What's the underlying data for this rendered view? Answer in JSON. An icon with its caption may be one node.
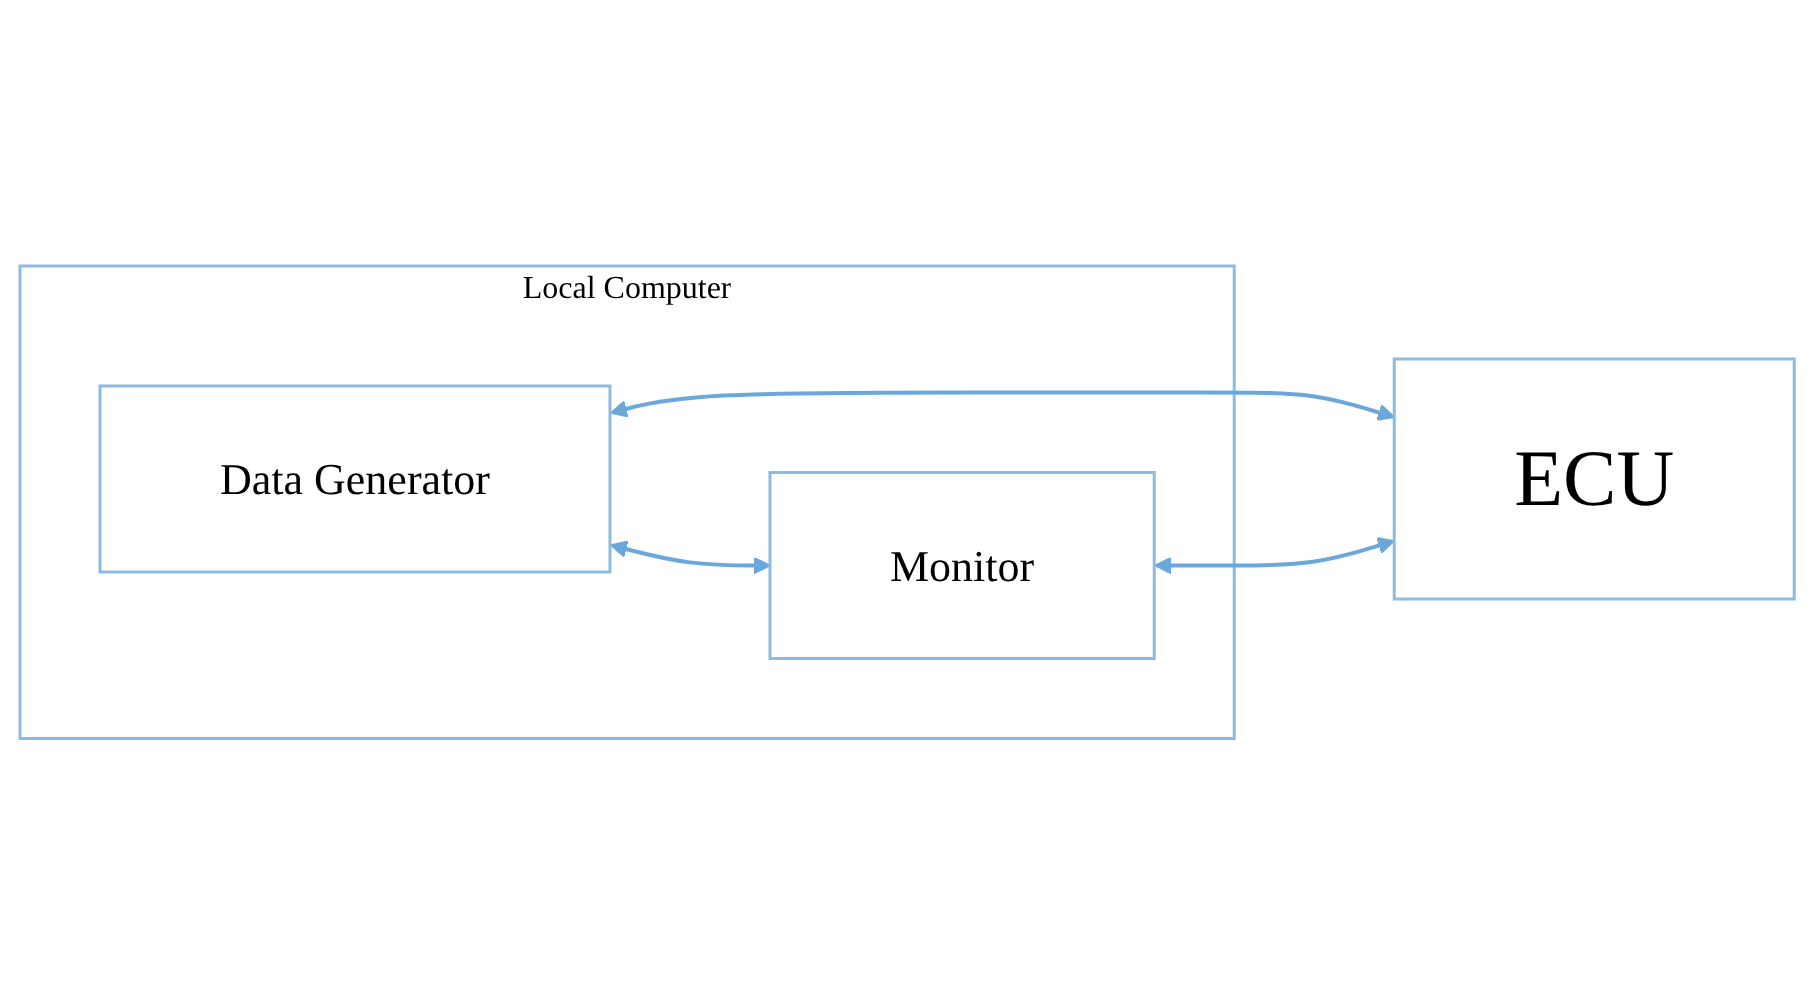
{
  "diagram": {
    "nodes": [
      {
        "text": [
          "Local Computer"
        ]
      },
      {
        "text": [
          "Data Generator"
        ],
        "in": 0
      },
      {
        "text": [
          "Monitor"
        ],
        "in": 0
      },
      {
        "text": [
          "ECU"
        ]
      }
    ],
    "edges": [
      {
        "from": 1,
        "to": 2,
        "arrow": "both"
      },
      {
        "from": 1,
        "to": 3,
        "arrow": "both"
      },
      {
        "from": 2,
        "to": 3,
        "arrow": "both"
      }
    ]
  }
}
